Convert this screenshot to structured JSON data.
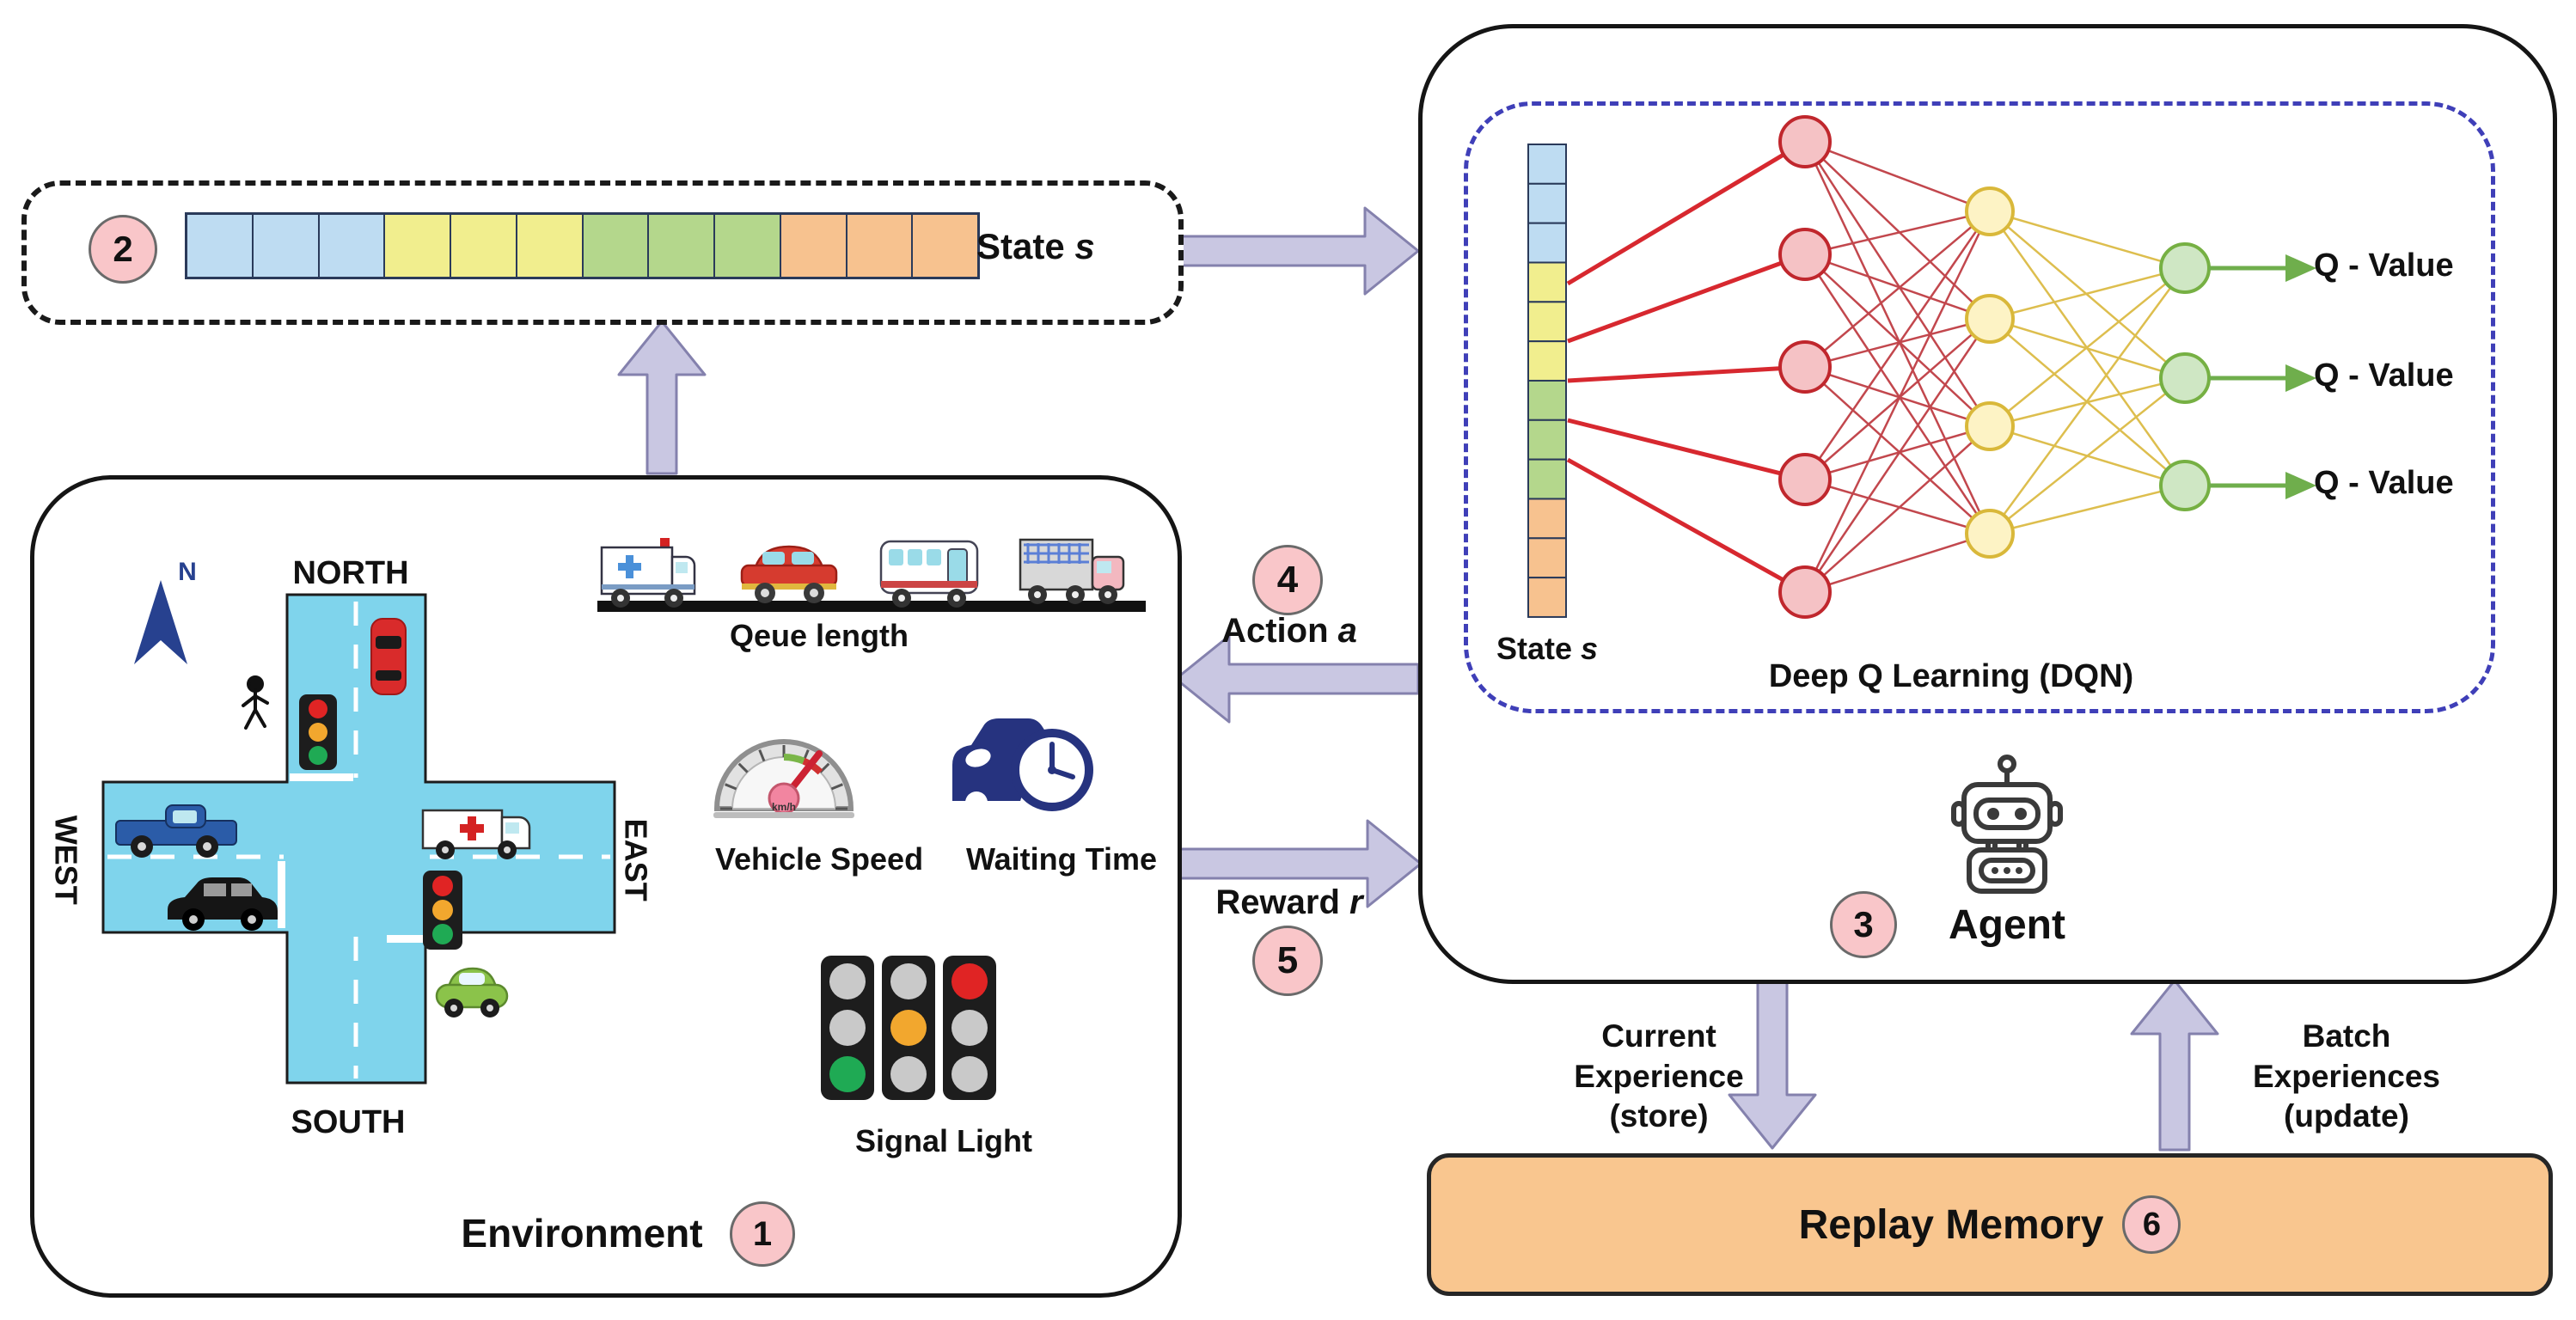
{
  "steps": {
    "environment": "1",
    "state": "2",
    "agent": "3",
    "action": "4",
    "reward": "5",
    "replay": "6"
  },
  "state_box": {
    "label": "State",
    "var": "s"
  },
  "environment": {
    "title": "Environment",
    "compass": "N",
    "directions": {
      "north": "NORTH",
      "south": "SOUTH",
      "west": "WEST",
      "east": "EAST"
    },
    "features": {
      "queue": "Qeue length",
      "speed": "Vehicle Speed",
      "waiting": "Waiting Time",
      "signal": "Signal Light"
    }
  },
  "agent": {
    "label": "Agent",
    "dqn_label": "Deep Q Learning (DQN)",
    "state_label": {
      "label": "State",
      "var": "s"
    },
    "q_values": [
      "Q - Value",
      "Q - Value",
      "Q - Value"
    ]
  },
  "arrows": {
    "action": {
      "label": "Action",
      "var": "a"
    },
    "reward": {
      "label": "Reward",
      "var": "r"
    }
  },
  "replay": {
    "title": "Replay Memory",
    "store": [
      "Current",
      "Experience",
      "(store)"
    ],
    "update": [
      "Batch",
      "Experiences",
      "(update)"
    ]
  },
  "state_vector": {
    "pattern": [
      "blue",
      "blue",
      "blue",
      "yellow",
      "yellow",
      "yellow",
      "green",
      "green",
      "green",
      "orange",
      "orange",
      "orange"
    ],
    "segment_colors": {
      "blue": "#bedcf2",
      "yellow": "#f1ee8e",
      "green": "#b4d78c",
      "orange": "#f7c28f"
    }
  },
  "network": {
    "input_origins": [
      212,
      279,
      325,
      371,
      417
    ],
    "red_nodes": [
      47,
      178,
      309,
      440,
      571
    ],
    "yellow_nodes": [
      128,
      253,
      378,
      503
    ],
    "green_nodes": [
      194,
      322,
      447
    ]
  },
  "colors": {
    "arrow_fill": "#c9c7e2",
    "arrow_stroke": "#8481ad",
    "badge_fill": "#f9c6c9",
    "replay_fill": "#f9c68f",
    "road": "#7fd4ec",
    "dqn_border": "#3f3fb8",
    "node_red_fill": "#f5c2c5",
    "node_red_stroke": "#c0272d",
    "node_yellow_fill": "#fdf3c5",
    "node_yellow_stroke": "#d9b83a",
    "node_green_fill": "#cfe7c4",
    "node_green_stroke": "#76b043",
    "edge_red": "#d7282f",
    "edge_red_thin": "#c2474d",
    "edge_yellow": "#ddbe4e",
    "edge_green": "#6fae4c",
    "signal_red": "#e02424",
    "signal_yellow": "#f2a72e",
    "signal_green": "#1faa54"
  }
}
